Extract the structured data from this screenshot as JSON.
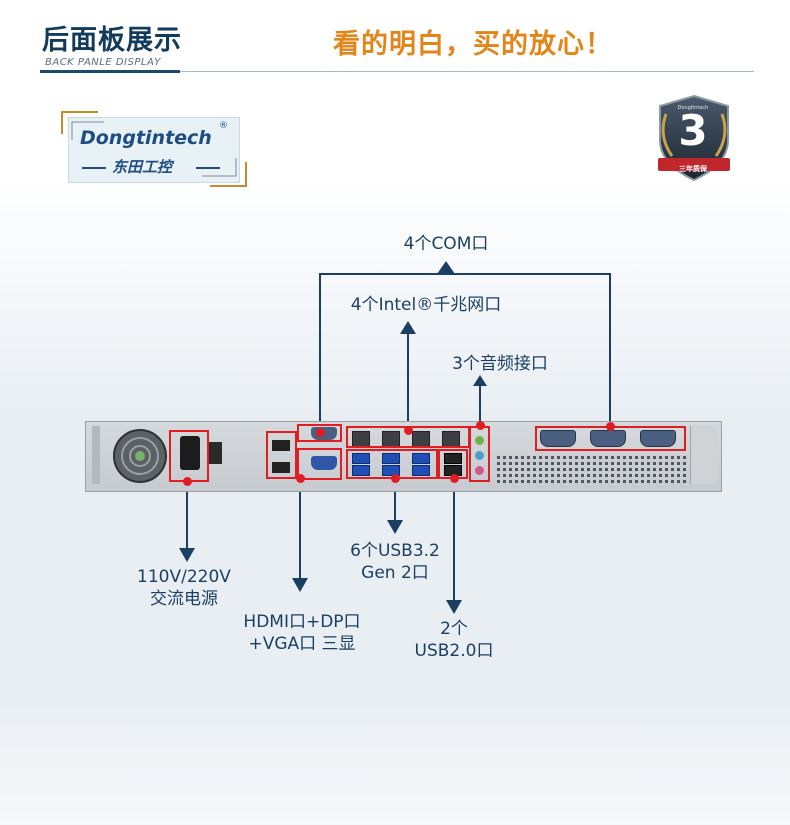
{
  "header": {
    "title": "后面板展示",
    "subtitle": "BACK PANLE DISPLAY",
    "slogan": "看的明白，买的放心！"
  },
  "logo": {
    "english": "Dongtintech",
    "registered": "®",
    "chinese": "东田工控"
  },
  "badge": {
    "brand": "Dongtintech",
    "number": "3",
    "text": "三年质保"
  },
  "callouts": {
    "com": "4个COM口",
    "lan": "4个Intel®千兆网口",
    "audio": "3个音频接口",
    "power_line1": "110V/220V",
    "power_line2": "交流电源",
    "display_line1": "HDMI口+DP口",
    "display_line2": "+VGA口 三显",
    "usb32_line1": "6个USB3.2",
    "usb32_line2": "Gen 2口",
    "usb20_line1": "2个",
    "usb20_line2": "USB2.0口"
  },
  "colors": {
    "accent_red": "#e11d24",
    "navy": "#123a5a",
    "orange": "#e38518",
    "brand_blue": "#1d4d84"
  }
}
